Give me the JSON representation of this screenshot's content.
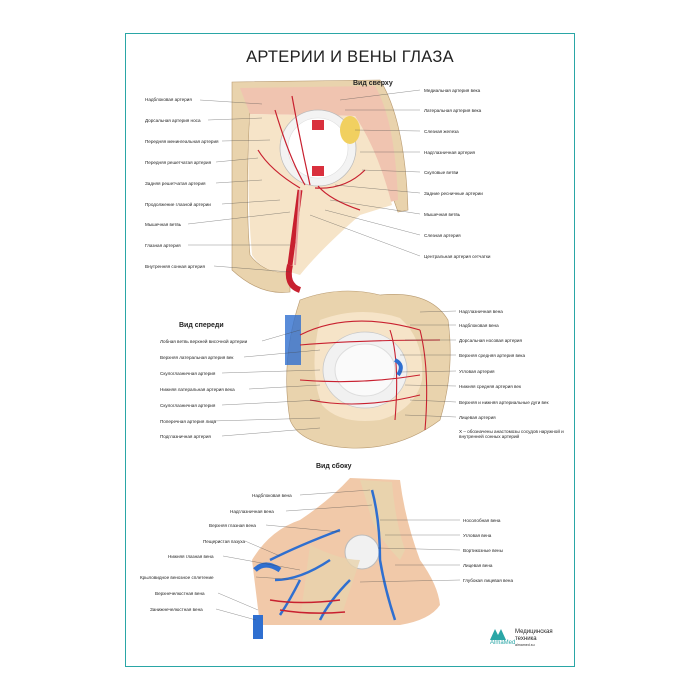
{
  "title": "АРТЕРИИ И ВЕНЫ ГЛАЗА",
  "views": {
    "top": {
      "heading": "Вид сверху",
      "left_labels": [
        "Надблоковая артерия",
        "Дорсальная артерия носа",
        "Передняя менингеальная артерия",
        "Передняя решетчатая артерия",
        "Задняя решетчатая артерия",
        "Продолжение глазной артерии",
        "Мышечная ветвь",
        "Глазная артерия",
        "Внутренняя сонная артерия"
      ],
      "right_labels": [
        "Медиальная артерия века",
        "Латеральная артерия века",
        "Слезная железа",
        "Надглазничная артерия",
        "Скуловые ветви",
        "Задние ресничные артерии",
        "Мышечная ветвь",
        "Слезная артерия",
        "Центральная артерия сетчатки"
      ]
    },
    "front": {
      "heading": "Вид спереди",
      "left_labels": [
        "Лобная ветвь верхней височной артерии",
        "Верхняя латеральная артерия век",
        "Скулоглазничная артерия",
        "Нижняя латеральная артерия века",
        "Скулоглазничная артерия",
        "Поперечная артерия лица",
        "Подглазничная артерия"
      ],
      "right_labels": [
        "Надглазничная вена",
        "Надблоковая вена",
        "Дорсальная носовая артерия",
        "Верхняя средняя артерия века",
        "Угловая артерия",
        "Нижняя средняя артерия век",
        "Верхняя и нижняя артериальные дуги век",
        "Лицевая артерия"
      ],
      "note": "Х – обозначены анастомозы сосудов наружной и внутренней сонных артерий"
    },
    "side": {
      "heading": "Вид сбоку",
      "left_labels": [
        "Надблоковая вена",
        "Надглазничная вена",
        "Верхняя глазная вена",
        "Пещеристая пазуха",
        "Нижняя глазная вена",
        "Крыловидное венозное сплетение",
        "Верхнечелюстная вена",
        "Занижнечелюстная вена"
      ],
      "right_labels": [
        "Носолобная вена",
        "Угловая вена",
        "Вортикозные вены",
        "Лицевая вена",
        "Глубокая лицевая вена"
      ]
    }
  },
  "logo": {
    "brand": "AlmaMed",
    "name_line1": "Медицинская",
    "name_line2": "техника",
    "site": "almamed.su"
  },
  "colors": {
    "frame": "#2aa6a6",
    "artery": "#c8202f",
    "vein": "#2f6fd0",
    "bone": "#e9d3ad",
    "skin": "#f1c9a9"
  }
}
